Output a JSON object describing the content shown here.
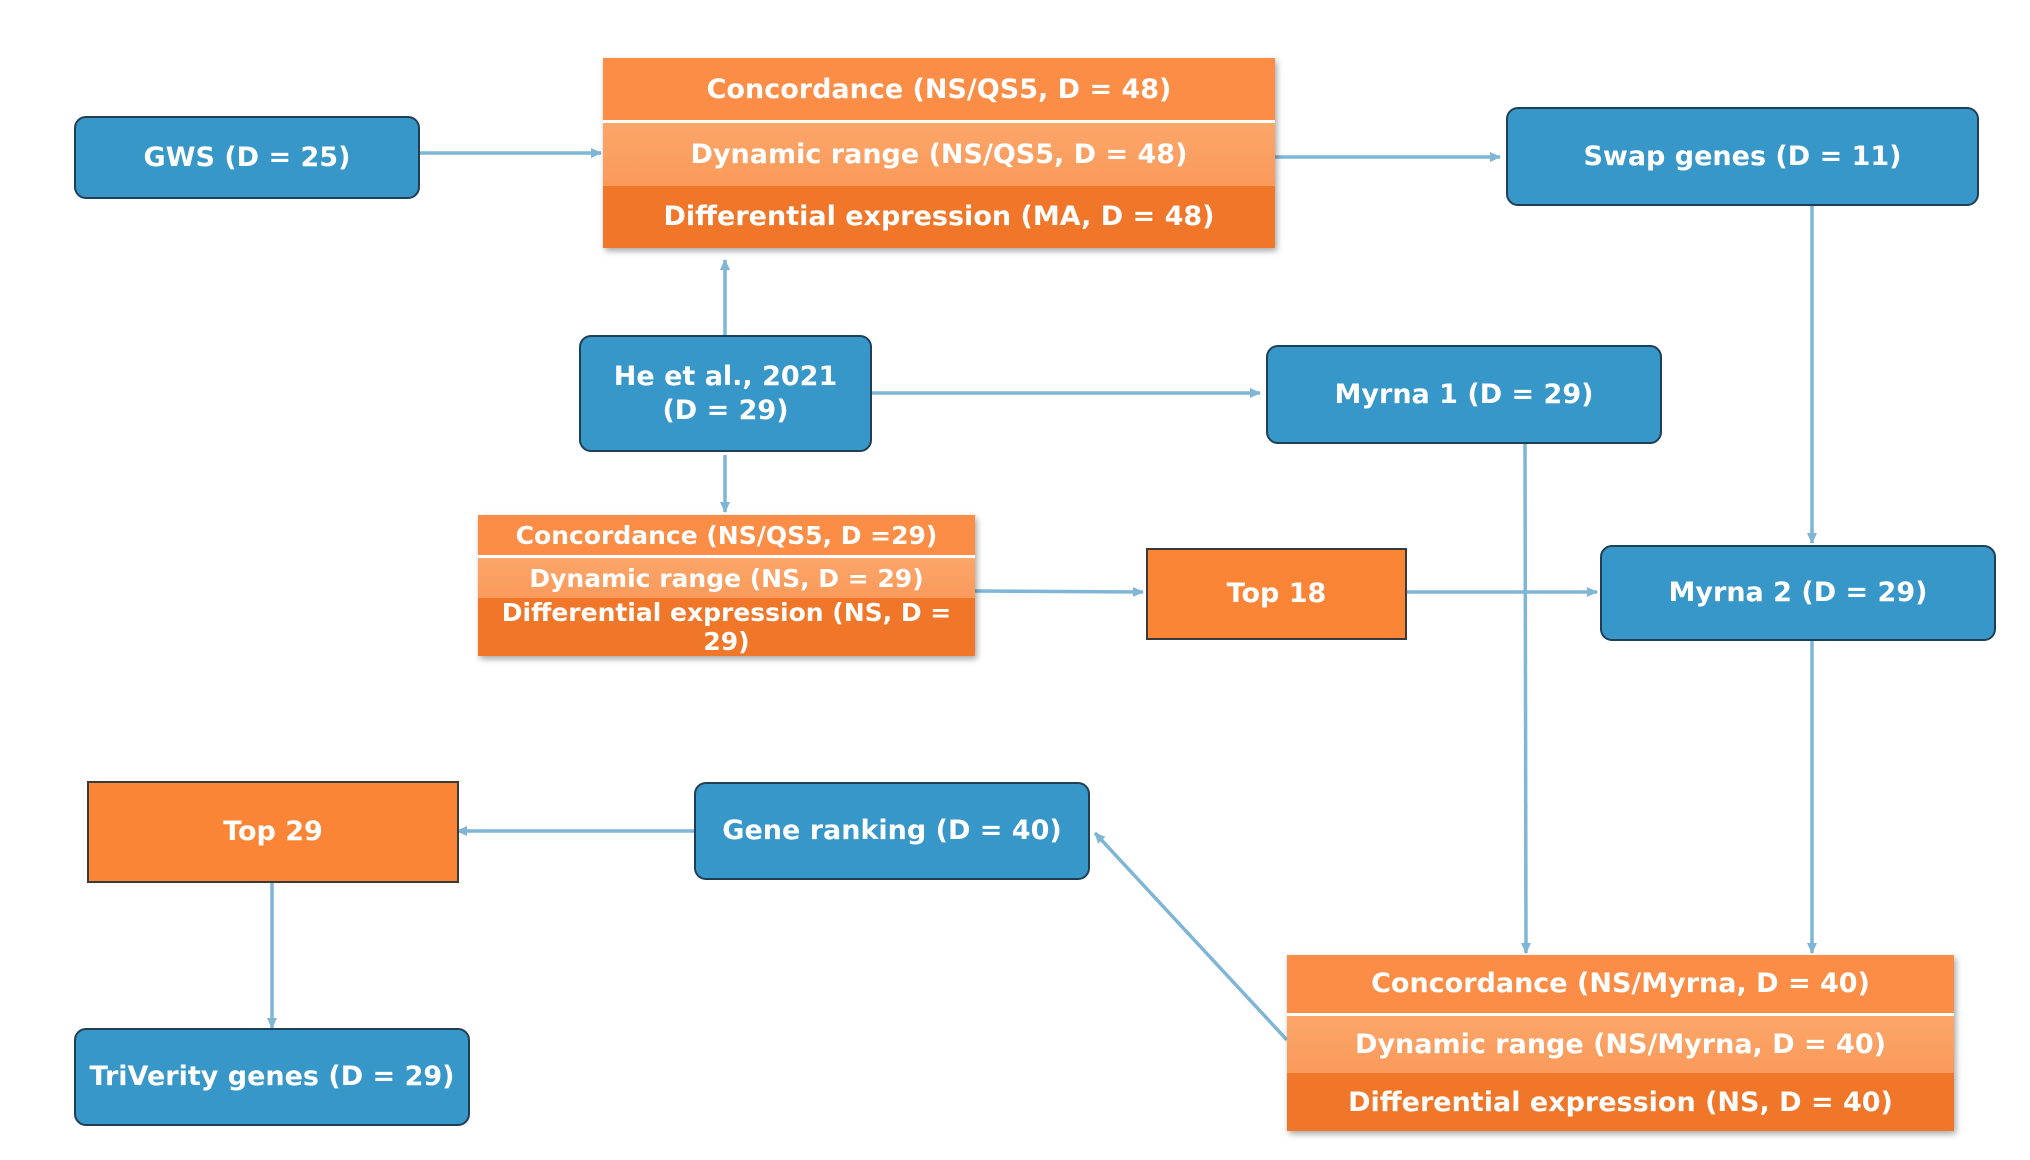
{
  "nodes": {
    "gws": "GWS (D = 25)",
    "swap_genes": "Swap genes (D = 11)",
    "he_et_al_line1": "He et al., 2021",
    "he_et_al_line2": "(D = 29)",
    "myrna1": "Myrna 1 (D = 29)",
    "top18": "Top 18",
    "myrna2": "Myrna 2 (D = 29)",
    "top29": "Top 29",
    "gene_ranking": "Gene ranking (D = 40)",
    "triverity": "TriVerity genes (D = 29)"
  },
  "stacks": {
    "top_stack": {
      "concordance": "Concordance (NS/QS5, D = 48)",
      "dynamic_range": "Dynamic range (NS/QS5, D = 48)",
      "differential": "Differential expression (MA, D = 48)"
    },
    "middle_stack": {
      "concordance": "Concordance (NS/QS5, D =29)",
      "dynamic_range": "Dynamic range (NS, D = 29)",
      "differential": "Differential expression (NS, D = 29)"
    },
    "bottom_stack": {
      "concordance": "Concordance (NS/Myrna, D = 40)",
      "dynamic_range": "Dynamic range (NS/Myrna, D = 40)",
      "differential": "Differential expression (NS, D = 40)"
    }
  },
  "colors": {
    "blue_fill": "#3897c9",
    "orange_fill": "#fb8537",
    "arrow": "#7fb6d6"
  }
}
